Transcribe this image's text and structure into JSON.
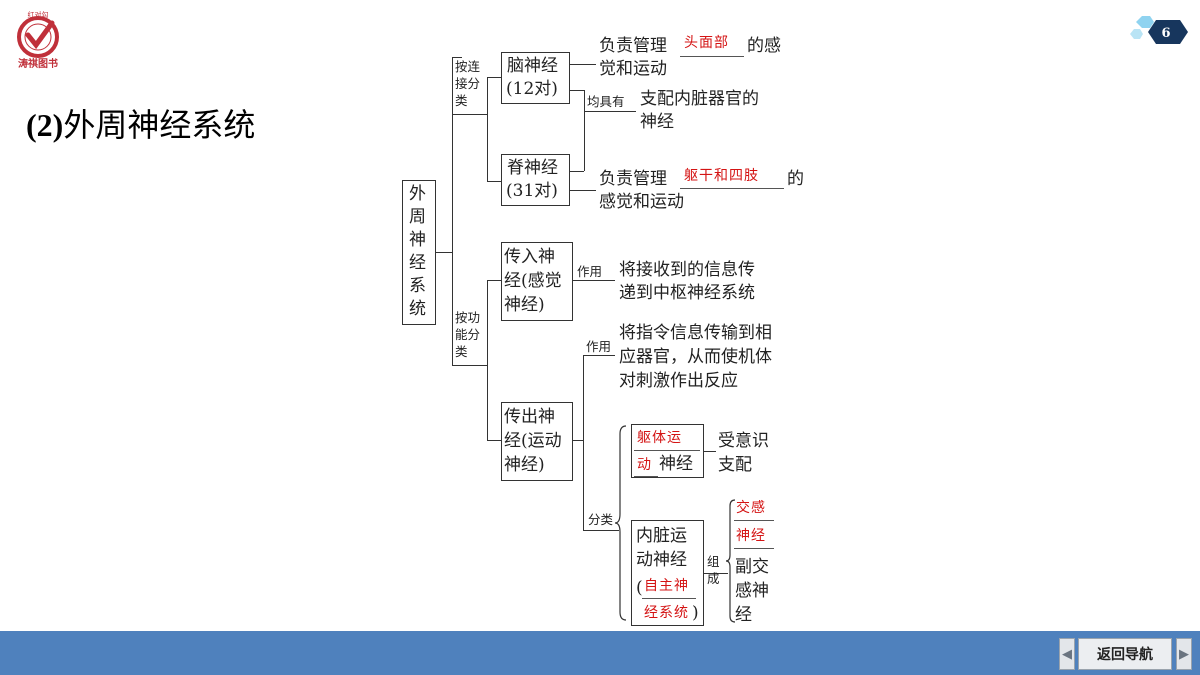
{
  "brand": {
    "caption": "涛祺图书",
    "badge_text": "红对勾"
  },
  "page_number": "6",
  "title": {
    "prefix": "(2)",
    "text": "外周神经系统"
  },
  "diagram": {
    "root": [
      "外",
      "周",
      "神",
      "经",
      "系",
      "统"
    ],
    "group_by_connection": [
      "按连",
      "接分",
      "类"
    ],
    "group_by_function": [
      "按功",
      "能分",
      "类"
    ],
    "brain_nerve": [
      "脑神经",
      "(12对)"
    ],
    "spinal_nerve": [
      "脊神经",
      "(31对)"
    ],
    "brain_desc": {
      "pre": "负责管理",
      "fill": "头面部",
      "post": "的感",
      "line2": "觉和运动"
    },
    "spinal_desc": {
      "pre": "负责管理",
      "fill": "躯干和四肢",
      "post": "的",
      "line2": "感觉和运动"
    },
    "both_have_label": "均具有",
    "both_have_desc": [
      "支配内脏器官的",
      "神经"
    ],
    "afferent": [
      "传入神",
      "经(感觉",
      "神经)"
    ],
    "afferent_action_label": "作用",
    "afferent_desc": [
      "将接收到的信息传",
      "递到中枢神经系统"
    ],
    "efferent": [
      "传出神",
      "经(运动",
      "神经)"
    ],
    "efferent_action_label": "作用",
    "efferent_desc": [
      "将指令信息传输到相",
      "应器官，从而使机体",
      "对刺激作出反应"
    ],
    "classify_label": "分类",
    "somatic": {
      "fill_line1": "躯体运",
      "fill_line2": "动",
      "suffix": "神经",
      "desc": [
        "受意识",
        "支配"
      ]
    },
    "visceral": {
      "line1": "内脏运",
      "line2": "动神经",
      "paren_open": "(",
      "fill_line1": "自主神",
      "fill_line2": "经系统",
      "paren_close": ")"
    },
    "compose_label": [
      "组",
      "成"
    ],
    "sympathetic_fill": [
      "交感",
      "神经"
    ],
    "parasympathetic": [
      "副交",
      "感神",
      "经"
    ]
  },
  "nav": {
    "back_label": "返回导航",
    "prev_icon": "◀",
    "next_icon": "▶"
  },
  "colors": {
    "fill_in": "#d41414",
    "bar": "#4f81bd",
    "brand": "#c0303a"
  }
}
